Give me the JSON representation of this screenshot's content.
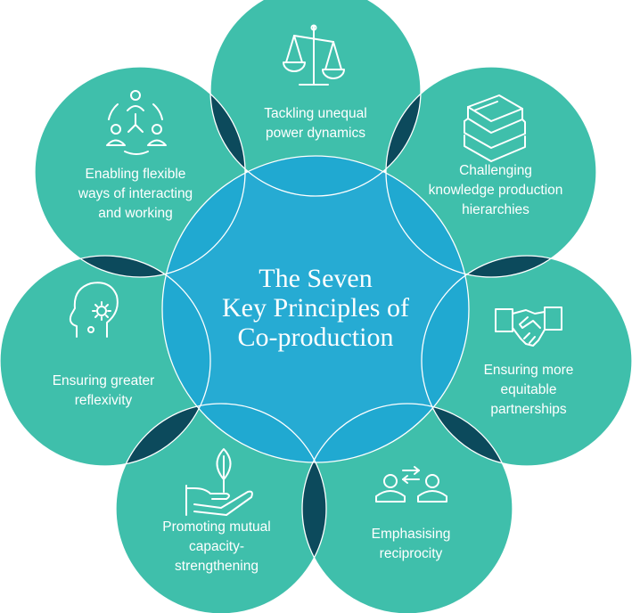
{
  "colors": {
    "petal": "#3fbfab",
    "center": "#1fa8d2",
    "overlap": "#0c4a5c",
    "outline": "#ffffff"
  },
  "center_title": {
    "line1": "The Seven",
    "line2": "Key Principles of",
    "line3": "Co-production"
  },
  "principles": [
    {
      "icon": "scales-icon",
      "line1": "Tackling unequal",
      "line2": "power dynamics",
      "line3": ""
    },
    {
      "icon": "books-icon",
      "line1": "Challenging",
      "line2": "knowledge production",
      "line3": "hierarchies"
    },
    {
      "icon": "handshake-icon",
      "line1": "Ensuring more",
      "line2": "equitable",
      "line3": "partnerships"
    },
    {
      "icon": "exchange-people-icon",
      "line1": "Emphasising",
      "line2": "reciprocity",
      "line3": ""
    },
    {
      "icon": "hand-plant-icon",
      "line1": "Promoting mutual",
      "line2": "capacity-",
      "line3": "strengthening"
    },
    {
      "icon": "head-gear-icon",
      "line1": "Ensuring greater",
      "line2": "reflexivity",
      "line3": ""
    },
    {
      "icon": "network-people-icon",
      "line1": "Enabling flexible",
      "line2": "ways of interacting",
      "line3": "and working"
    }
  ]
}
